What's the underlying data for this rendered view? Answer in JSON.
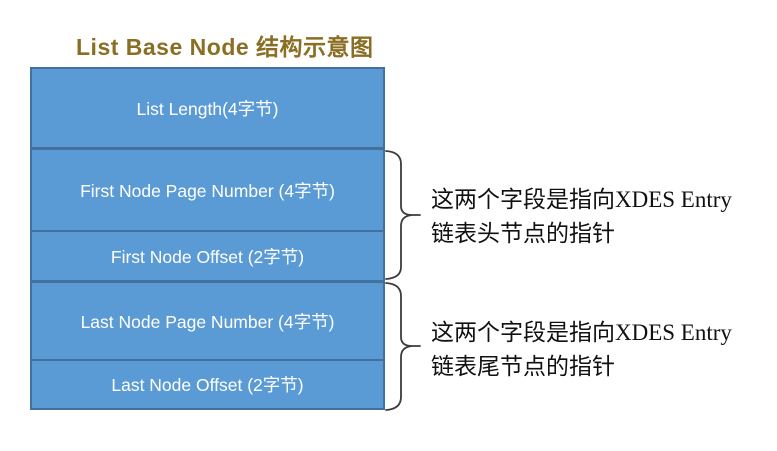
{
  "title": "List Base Node 结构示意图",
  "structure": {
    "sections": [
      {
        "name": "list-length",
        "rows": [
          {
            "label": "List Length(4字节)"
          }
        ]
      },
      {
        "name": "first-node-pointer",
        "rows": [
          {
            "label": "First Node Page Number (4字节)"
          },
          {
            "label": "First Node Offset (2字节)"
          }
        ]
      },
      {
        "name": "last-node-pointer",
        "rows": [
          {
            "label": "Last Node Page Number (4字节)"
          },
          {
            "label": "Last Node Offset (2字节)"
          }
        ]
      }
    ]
  },
  "annotations": [
    {
      "line1": "这两个字段是指向XDES Entry",
      "line2": "链表头节点的指针"
    },
    {
      "line1": "这两个字段是指向XDES Entry",
      "line2": "链表尾节点的指针"
    }
  ],
  "colors": {
    "box_fill": "#5b9bd5",
    "box_border": "#41719c",
    "title_text": "#8a6e22",
    "row_text": "#ffffff",
    "annotation_text": "#111111",
    "bracket_stroke": "#3c3c3c",
    "background": "#ffffff"
  }
}
